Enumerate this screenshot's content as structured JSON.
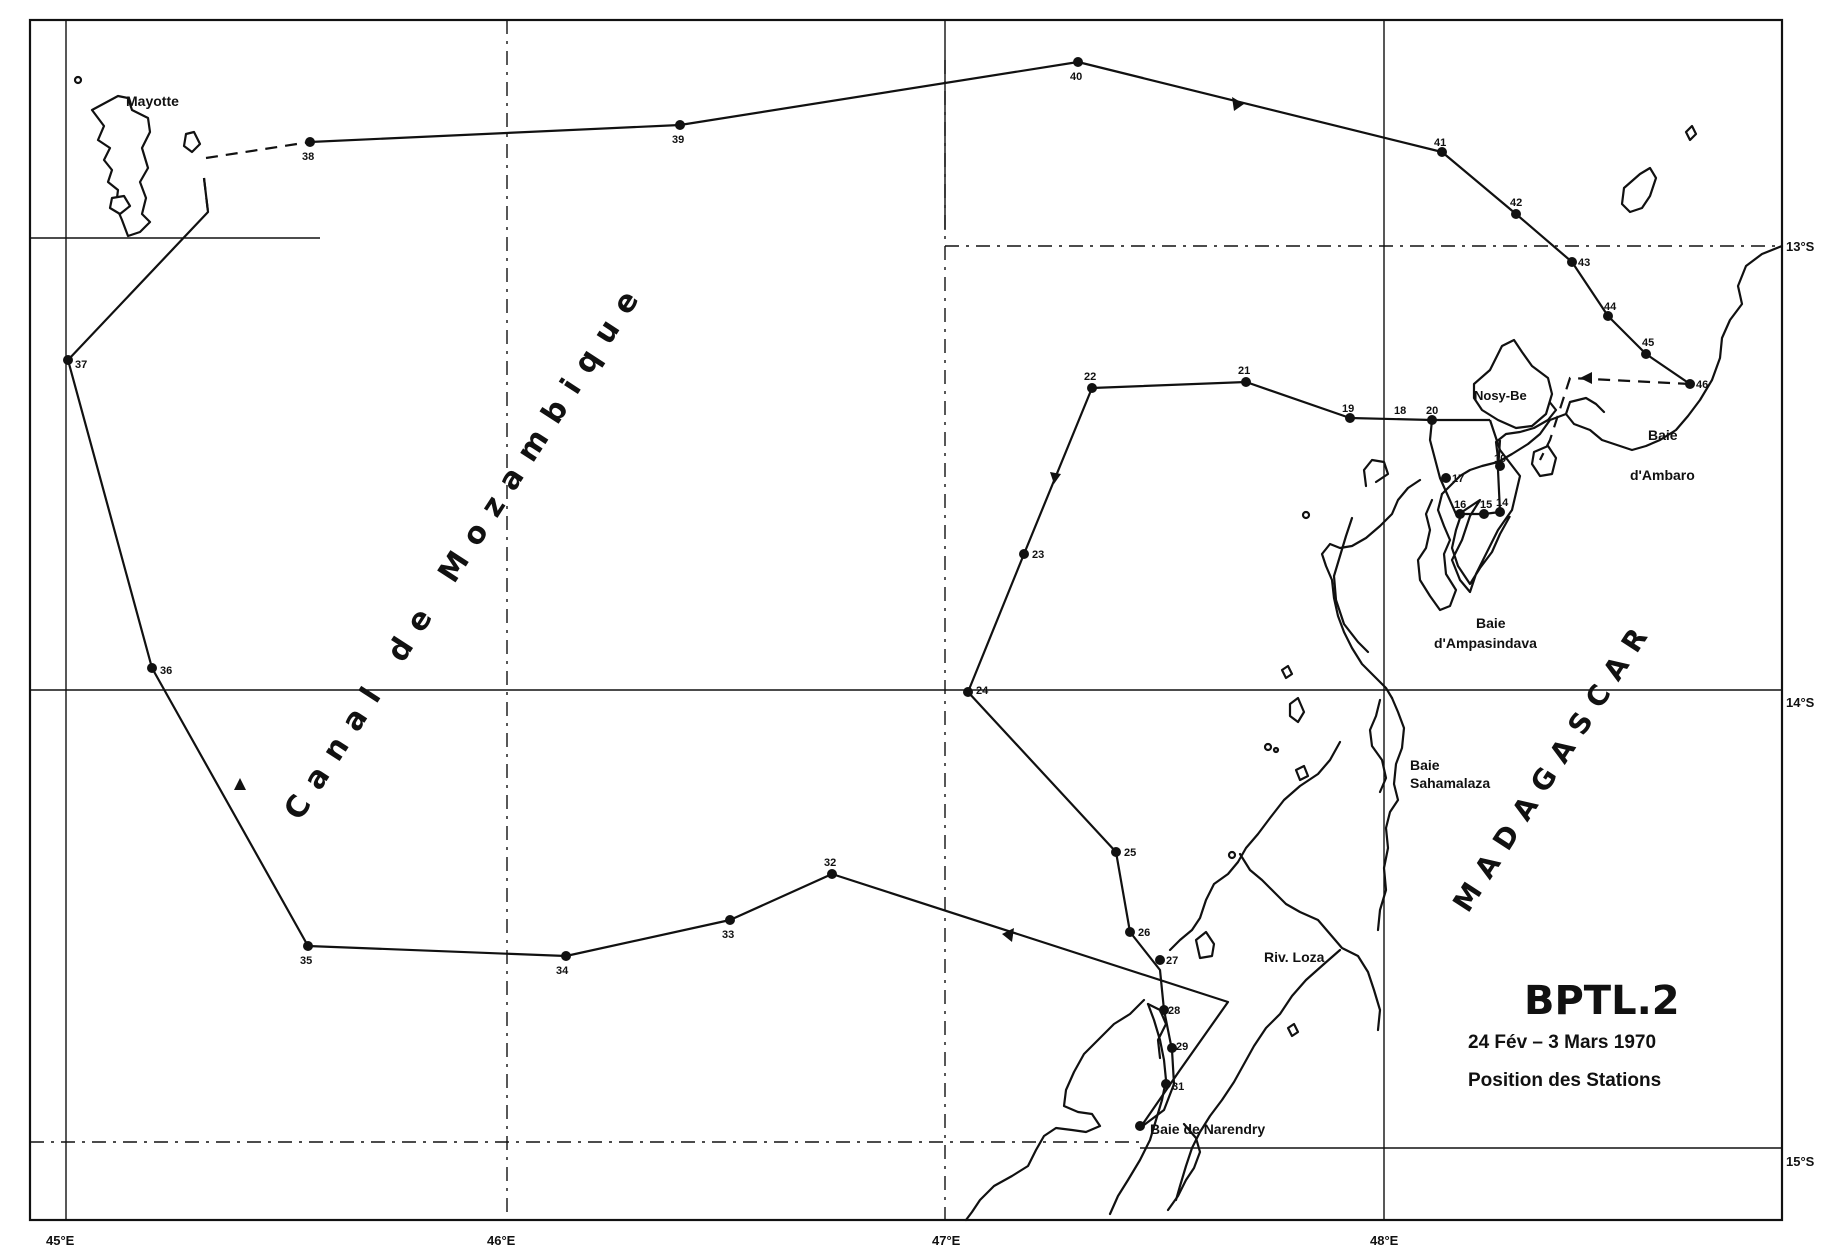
{
  "title": {
    "code": "BPTL.2",
    "dates": "24 Fév – 3 Mars 1970",
    "subtitle": "Position des Stations"
  },
  "axes": {
    "longitudes": [
      "45°E",
      "46°E",
      "47°E",
      "48°E"
    ],
    "latitudes": [
      "13°S",
      "14°S",
      "15°S"
    ]
  },
  "regions": {
    "channel": "Canal de Mozambique",
    "country": "MADAGASCAR"
  },
  "places": {
    "mayotte": "Mayotte",
    "nosy_be": "Nosy-Be",
    "baie_ambaro_1": "Baie",
    "baie_ambaro_2": "d'Ambaro",
    "baie_ampasindava_1": "Baie",
    "baie_ampasindava_2": "d'Ampasindava",
    "baie_sahamalaza_1": "Baie",
    "baie_sahamalaza_2": "Sahamalaza",
    "riv_loza": "Riv. Loza",
    "baie_narendry": "Baie de Narendry"
  },
  "stations": {
    "s21": "21",
    "s22": "22",
    "s23": "23",
    "s24": "24",
    "s25": "25",
    "s26": "26",
    "s27": "27",
    "s28": "28",
    "s29": "29",
    "s31": "31",
    "s32": "32",
    "s33": "33",
    "s34": "34",
    "s35": "35",
    "s36": "36",
    "s37": "37",
    "s38": "38",
    "s39": "39",
    "s40": "40",
    "s41": "41",
    "s42": "42",
    "s43": "43",
    "s44": "44",
    "s45": "45",
    "s46": "46",
    "s10": "10",
    "s14": "14",
    "s15": "15",
    "s16": "16",
    "s17": "17",
    "s18": "18",
    "s19": "19",
    "s20": "20"
  }
}
